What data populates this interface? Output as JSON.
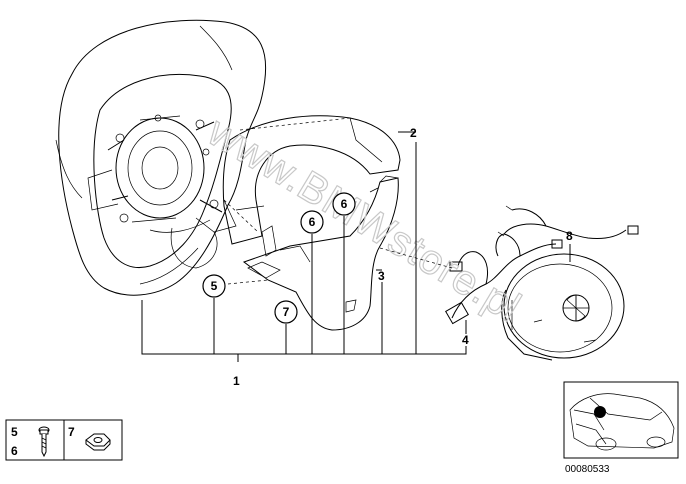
{
  "watermark": "www.BMWstore.pl",
  "part_numbers": {
    "p1": "1",
    "p2": "2",
    "p3": "3",
    "p4": "4",
    "p5_circle": "5",
    "p6_circle_a": "6",
    "p6_circle_b": "6",
    "p7_circle": "7",
    "p8": "8"
  },
  "legend_box": {
    "num5": "5",
    "num6": "6",
    "num7": "7"
  },
  "reference_code": "00080533"
}
